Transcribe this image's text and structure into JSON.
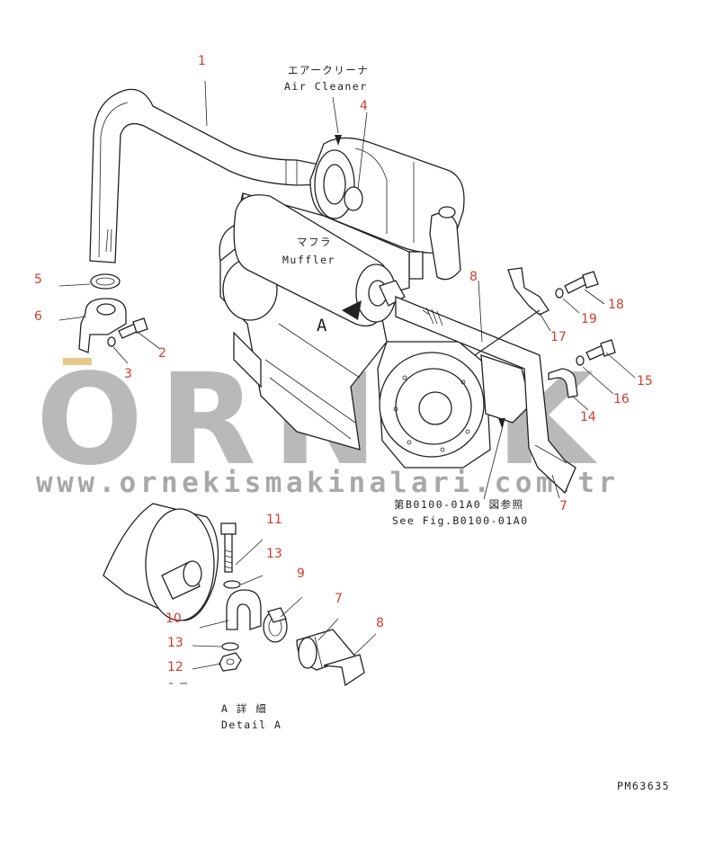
{
  "labels": {
    "air_cleaner_jp": "エアークリーナ",
    "air_cleaner_en": "Air Cleaner",
    "muffler_jp": "マフラ",
    "muffler_en": "Muffler",
    "view_marker": "A",
    "see_fig_jp": "第B0100-01A0 図参照",
    "see_fig_en": "See Fig.B0100-01A0",
    "detail_jp": "A 詳 細",
    "detail_en": "Detail A",
    "drawing_code": "PM63635"
  },
  "watermark": {
    "brand": "ORNEK",
    "url": "www.ornekismakinalari.com.tr",
    "color": "#b9b9b9",
    "accent": "#e6c98a"
  },
  "part_numbers": {
    "p1": "1",
    "p2": "2",
    "p3": "3",
    "p4": "4",
    "p5": "5",
    "p6": "6",
    "p7_main": "7",
    "p8_main": "8",
    "p14": "14",
    "p15": "15",
    "p16": "16",
    "p17": "17",
    "p18": "18",
    "p19": "19",
    "p11": "11",
    "p13_upper": "13",
    "p9": "9",
    "p7_detail": "7",
    "p10": "10",
    "p8_detail": "8",
    "p13_lower": "13",
    "p12": "12"
  },
  "colors": {
    "callout": "#d23c2c",
    "line": "#222222"
  }
}
